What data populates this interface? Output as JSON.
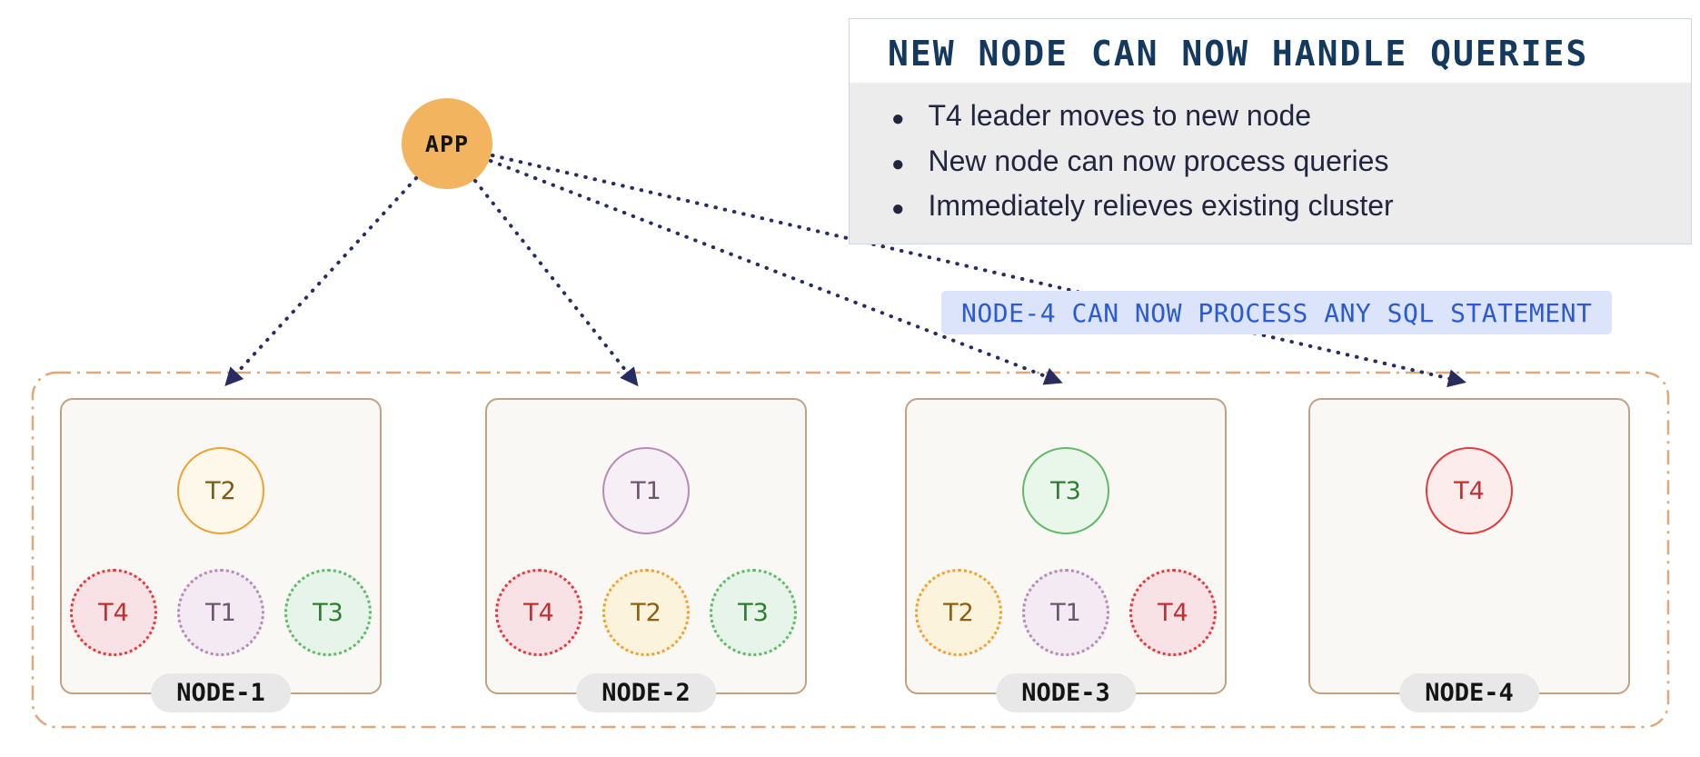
{
  "app": {
    "label": "APP"
  },
  "callout": {
    "title": "NEW NODE CAN NOW HANDLE QUERIES",
    "bullets": [
      "T4 leader moves to new node",
      "New node can now process queries",
      "Immediately relieves existing cluster"
    ]
  },
  "banner": {
    "text": "NODE-4 CAN NOW PROCESS ANY SQL STATEMENT"
  },
  "cluster": {
    "nodes": [
      {
        "name": "NODE-1",
        "leaders": [
          {
            "label": "T2",
            "color": "orange"
          }
        ],
        "followers": [
          {
            "label": "T4",
            "color": "red"
          },
          {
            "label": "T1",
            "color": "purple"
          },
          {
            "label": "T3",
            "color": "green"
          }
        ]
      },
      {
        "name": "NODE-2",
        "leaders": [
          {
            "label": "T1",
            "color": "purple"
          }
        ],
        "followers": [
          {
            "label": "T4",
            "color": "red"
          },
          {
            "label": "T2",
            "color": "orange"
          },
          {
            "label": "T3",
            "color": "green"
          }
        ]
      },
      {
        "name": "NODE-3",
        "leaders": [
          {
            "label": "T3",
            "color": "green"
          }
        ],
        "followers": [
          {
            "label": "T2",
            "color": "orange"
          },
          {
            "label": "T1",
            "color": "purple"
          },
          {
            "label": "T4",
            "color": "red"
          }
        ]
      },
      {
        "name": "NODE-4",
        "leaders": [
          {
            "label": "T4",
            "color": "red"
          }
        ],
        "followers": []
      }
    ]
  },
  "colors": {
    "app_fill": "#f2b45e",
    "arrow": "#272d60",
    "callout_title_text": "#14395e",
    "callout_bullets_bg": "#ececec",
    "banner_bg": "#dbe4fa",
    "banner_text": "#2b5ad1",
    "node_border": "#c2a284",
    "cluster_boundary": "#dfa87c",
    "t1_purple": "#b68cb6",
    "t2_orange": "#eda233",
    "t3_green": "#63b968",
    "t4_red": "#e03c3c"
  }
}
